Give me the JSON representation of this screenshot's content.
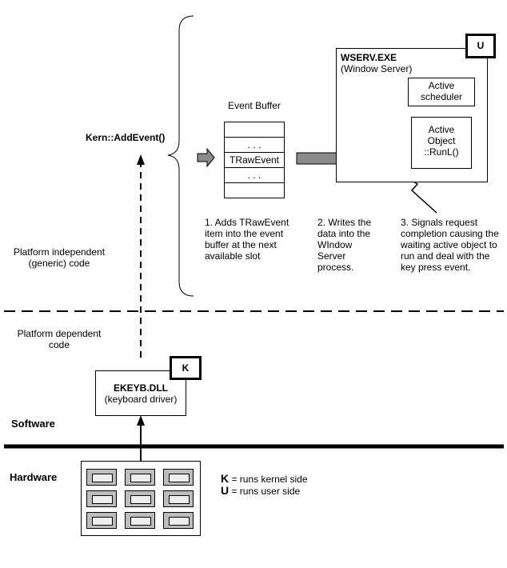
{
  "kern_add_event": "Kern::AddEvent()",
  "event_buffer": {
    "title": "Event Buffer",
    "rows": [
      "",
      ". . .",
      "TRawEvent",
      ". . .",
      ""
    ]
  },
  "wserv": {
    "title": "WSERV.EXE",
    "subtitle": "(Window Server)",
    "badge": "U",
    "active_scheduler": "Active scheduler",
    "active_object": [
      "Active",
      "Object",
      "::RunL()"
    ]
  },
  "steps": [
    "1. Adds TRawEvent item into the event buffer at the next available slot",
    "2. Writes the data into the WIndow Server process.",
    "3. Signals request completion causing the waiting active object to run and deal with the key press event."
  ],
  "platform_independent": "Platform independent (generic) code",
  "platform_dependent": "Platform dependent code",
  "ekeyb": {
    "title": "EKEYB.DLL",
    "subtitle": "(keyboard driver)",
    "badge": "K"
  },
  "software_label": "Software",
  "hardware_label": "Hardware",
  "legend": [
    {
      "key": "K",
      "text": "= runs kernel side"
    },
    {
      "key": "U",
      "text": "= runs user side"
    }
  ],
  "keyboard_key_count": 9
}
